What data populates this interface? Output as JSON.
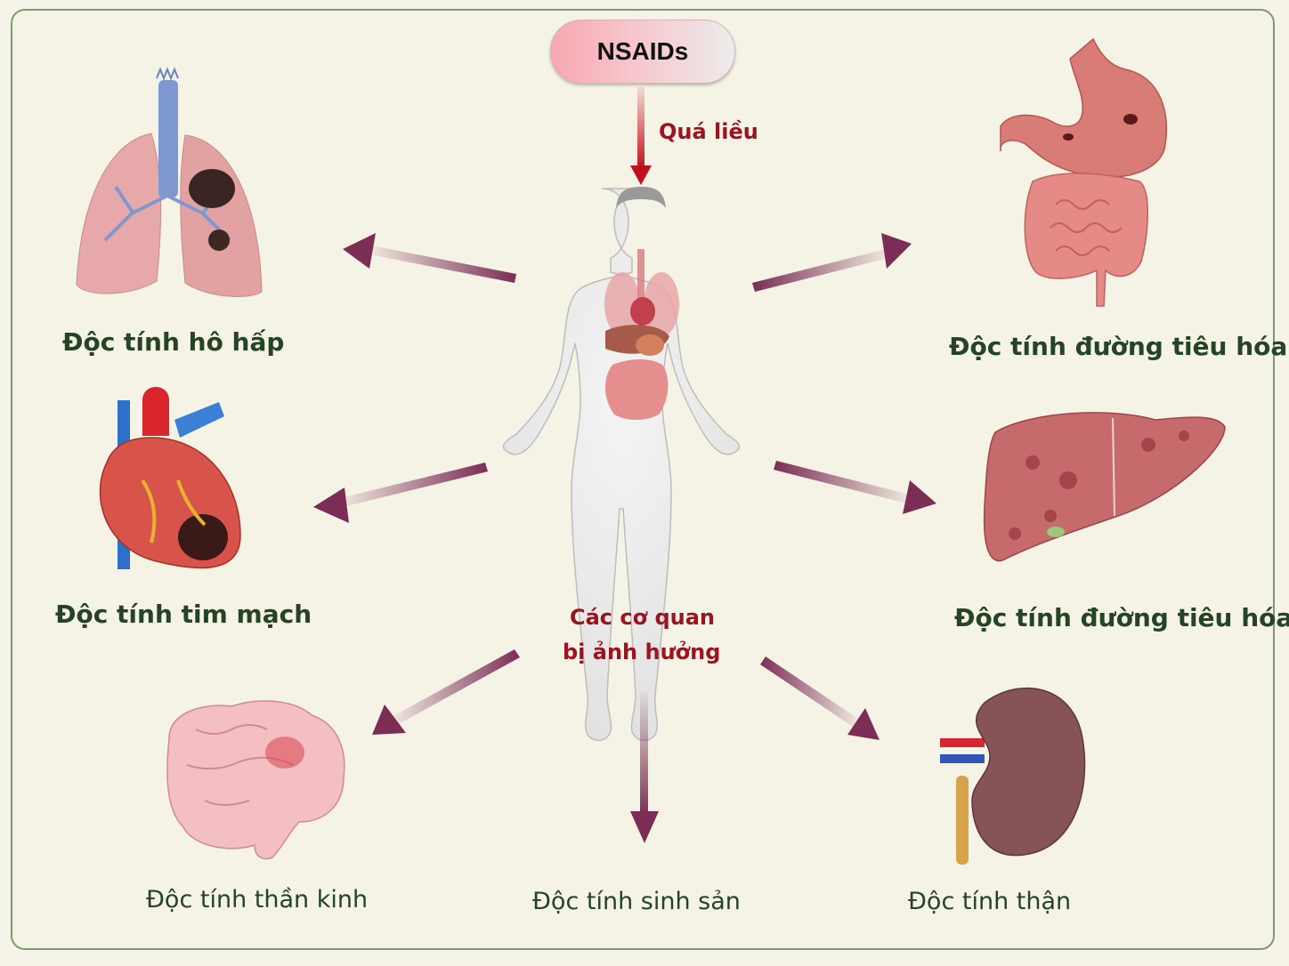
{
  "center": {
    "drug_label": "NSAIDs",
    "dose_label": "Quá liều",
    "organs_label_line1": "Các cơ quan",
    "organs_label_line2": "bị ảnh hưởng"
  },
  "effects": {
    "respiratory": "Độc tính hô hấp",
    "gi_top": "Độc tính đường tiêu hóa",
    "cardio": "Độc tính tim mạch",
    "gi_liver": "Độc tính đường tiêu hóa",
    "neuro": "Độc tính thần kinh",
    "repro": "Độc tính sinh sản",
    "renal": "Độc tính thận"
  },
  "colors": {
    "arrow": "#7b2d55",
    "red_arrow": "#c0101c",
    "label_green": "#254326",
    "label_red": "#9b1420",
    "background": "#f5f3e6"
  },
  "icons": [
    "lungs-icon",
    "stomach-icon",
    "intestine-icon",
    "heart-icon",
    "liver-icon",
    "brain-icon",
    "kidney-icon",
    "human-body-icon"
  ]
}
